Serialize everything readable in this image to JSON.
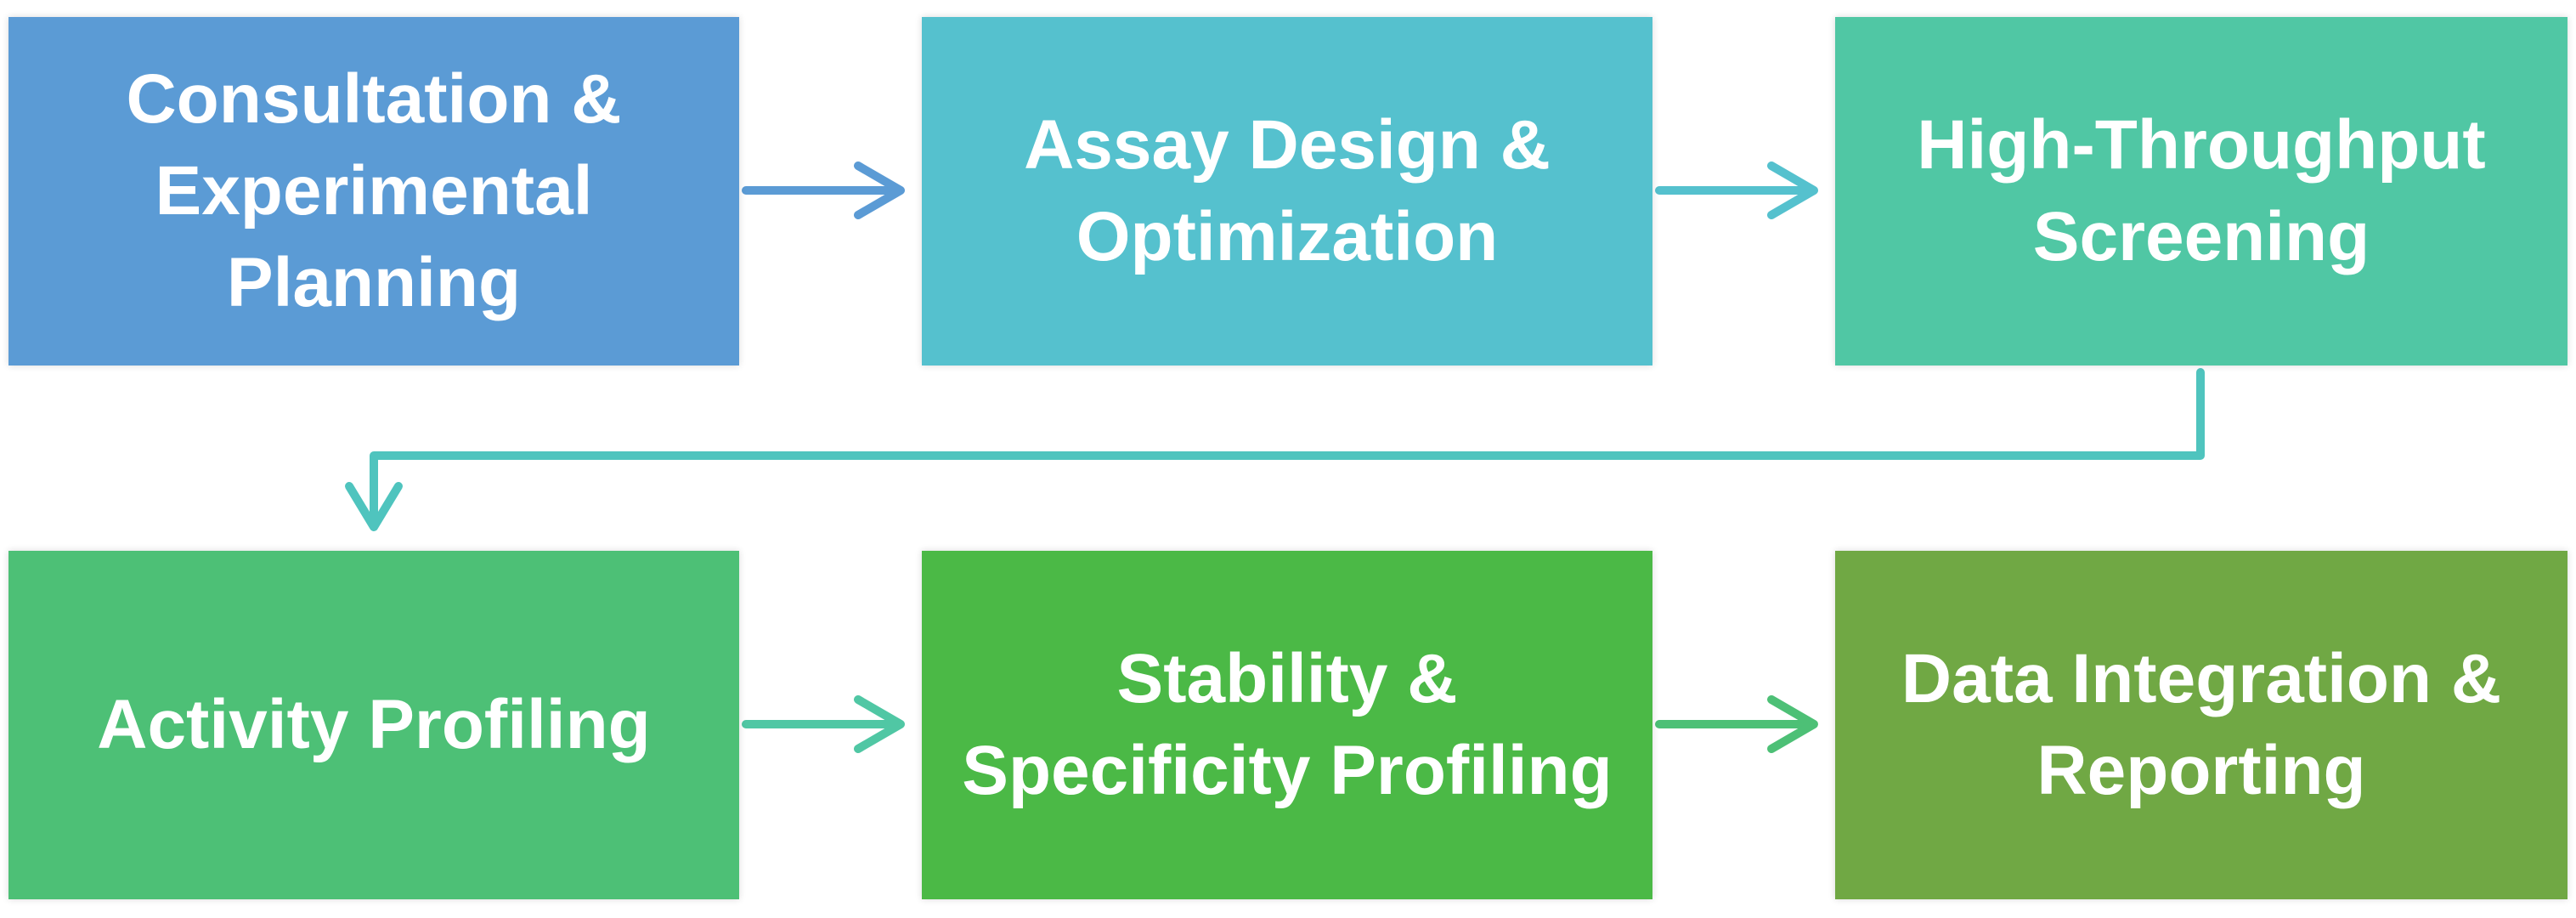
{
  "diagram": {
    "steps": [
      {
        "label": "Consultation & Experimental Planning",
        "color": "#5B9BD5"
      },
      {
        "label": "Assay Design & Optimization",
        "color": "#55C1CE"
      },
      {
        "label": "High-Throughput Screening",
        "color": "#50C7A4"
      },
      {
        "label": "Activity Profiling",
        "color": "#4DC076"
      },
      {
        "label": "Stability & Specificity Profiling",
        "color": "#4BB946"
      },
      {
        "label": "Data Integration & Reporting",
        "color": "#70A844"
      }
    ],
    "connector_colors": {
      "arrow_1_2": "#5B9BD5",
      "arrow_2_3": "#55C1CE",
      "arrow_3_4": "#4FC4BE",
      "arrow_4_5": "#50C7A4",
      "arrow_5_6": "#4DC076"
    }
  }
}
